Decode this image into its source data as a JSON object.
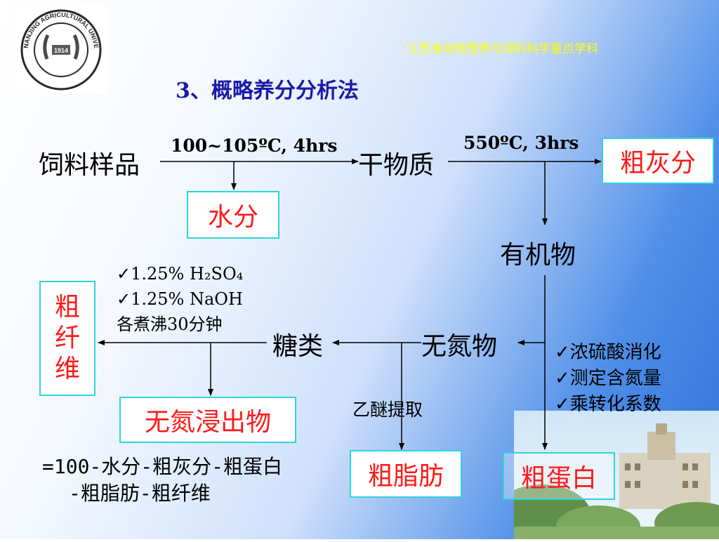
{
  "header": {
    "discipline": "江苏省动物营养与饲料科学重点学科",
    "title": "3、概略养分分析法"
  },
  "logo": {
    "icon": "university-seal-icon",
    "text": "NANJING AGRICULTURAL UNIVERSITY",
    "year": "1914"
  },
  "nodes": {
    "feed_sample": "饲料样品",
    "dry_matter": "干物质",
    "crude_ash": "粗灰分",
    "moisture": "水分",
    "organic_matter": "有机物",
    "crude_fiber": "粗\n纤\n维",
    "sugars": "糖类",
    "nfe_substance": "无氮物",
    "nfe": "无氮浸出物",
    "crude_fat": "粗脂肪",
    "crude_protein": "粗蛋白"
  },
  "conditions": {
    "drying": "100~105ºC, 4hrs",
    "ashing": "550ºC, 3hrs",
    "fiber_steps": [
      "1.25% H₂SO₄",
      "1.25% NaOH",
      "各煮沸30分钟"
    ],
    "ether": "乙醚提取",
    "protein_steps": [
      "浓硫酸消化",
      "测定含氮量",
      "乘转化系数"
    ]
  },
  "formula": [
    "=100-水分-粗灰分-粗蛋白",
    "-粗脂肪-粗纤维"
  ],
  "colors": {
    "result_text": "#ff1a1a",
    "box_border": "#2fd3dd",
    "title": "#1a1aa8",
    "discipline": "#ffff00"
  }
}
